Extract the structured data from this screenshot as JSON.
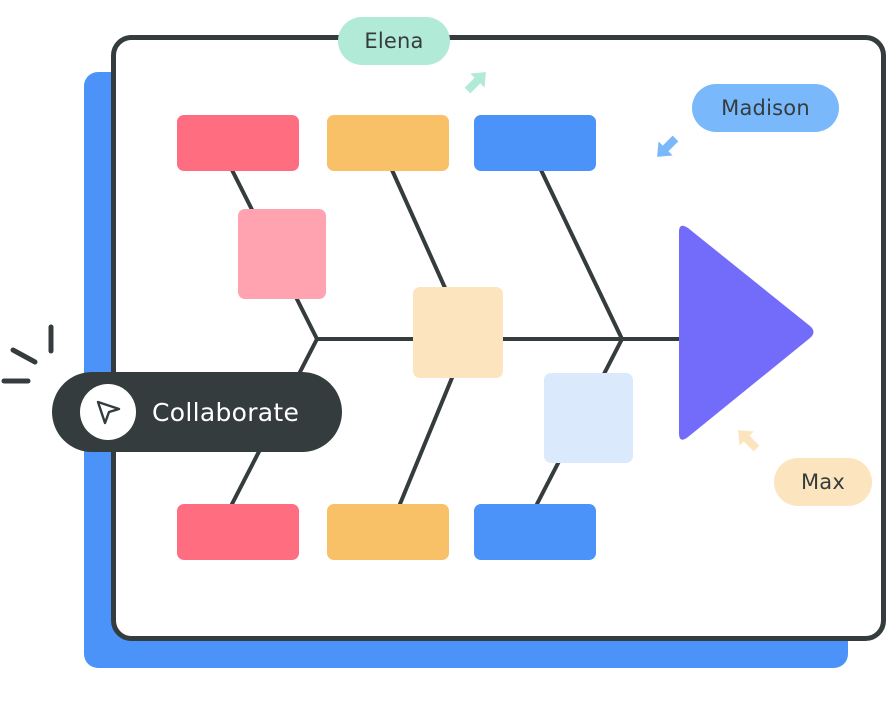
{
  "diagram": {
    "type": "fishbone",
    "colors": {
      "backdrop": "#4b93f8",
      "frame_stroke": "#353c3e",
      "frame_fill": "#ffffff",
      "bone": "#353c3e",
      "head": "#736cfb",
      "red": "#ff6d80",
      "orange": "#f8c167",
      "blue": "#4b93f8",
      "pink": "#ffa3b0",
      "cream": "#fce4be",
      "light_blue": "#dbe9fd"
    },
    "top_boxes": [
      {
        "name": "cause-box-top-1",
        "color": "#ff6d80"
      },
      {
        "name": "cause-box-top-2",
        "color": "#f8c167"
      },
      {
        "name": "cause-box-top-3",
        "color": "#4b93f8"
      }
    ],
    "bottom_boxes": [
      {
        "name": "cause-box-bottom-1",
        "color": "#ff6d80"
      },
      {
        "name": "cause-box-bottom-2",
        "color": "#f8c167"
      },
      {
        "name": "cause-box-bottom-3",
        "color": "#4b93f8"
      }
    ],
    "sub_boxes": [
      {
        "name": "sub-cause-pink",
        "color": "#ffa3b0"
      },
      {
        "name": "sub-cause-cream",
        "color": "#fce4be"
      },
      {
        "name": "sub-cause-light-blue",
        "color": "#dbe9fd"
      }
    ]
  },
  "collaborators": [
    {
      "name": "Elena",
      "color": "#b1ead7",
      "arrow_color": "#b1ead7"
    },
    {
      "name": "Madison",
      "color": "#7ab8fc",
      "arrow_color": "#7ab8fc"
    },
    {
      "name": "Max",
      "color": "#fce4be",
      "arrow_color": "#fce4be"
    }
  ],
  "collaborate_button": {
    "label": "Collaborate",
    "icon": "cursor-pointer-icon"
  }
}
